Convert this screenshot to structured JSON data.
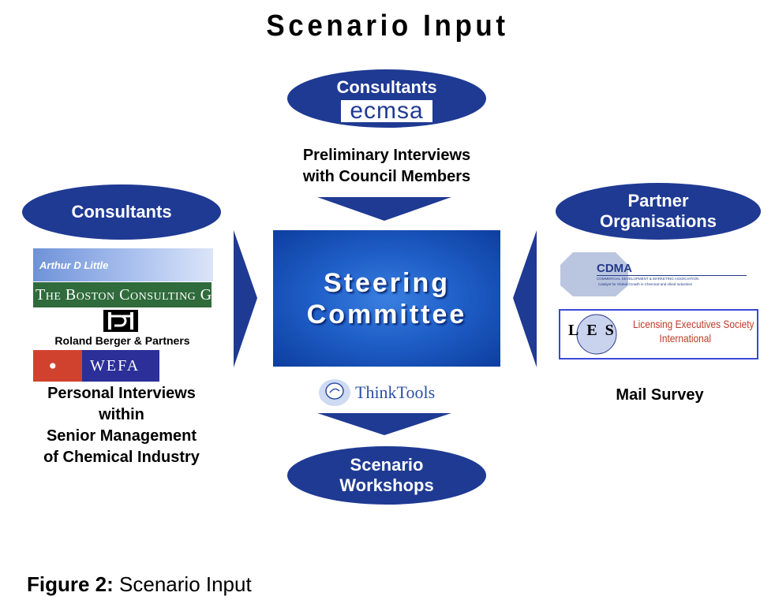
{
  "title": "Scenario Input",
  "top_ellipse": {
    "label": "Consultants"
  },
  "ecmsa_logo": "ecmsa",
  "top_text": {
    "line1": "Preliminary Interviews",
    "line2": "with Council Members"
  },
  "left_ellipse": {
    "label": "Consultants"
  },
  "left_logos": {
    "adl": "Arthur D Little",
    "bcg": "The Boston Consulting Group",
    "roland": "Roland Berger & Partners",
    "wefa": "WEFA"
  },
  "left_text": {
    "line1": "Personal Interviews",
    "line2": "within",
    "line3": "Senior Management",
    "line4": "of Chemical Industry"
  },
  "center": {
    "line1": "Steering",
    "line2": "Committee"
  },
  "right_ellipse": {
    "line1": "Partner",
    "line2": "Organisations"
  },
  "right_logos": {
    "cdma": "CDMA",
    "cdma_sub": "COMMERCIAL DEVELOPMENT & MARKETING ASSOCIATION",
    "cdma_sub2": "Catalyst for Global Growth in Chemical and Allied Industries",
    "les_letters": "LES",
    "les_line1": "Licensing Executives Society",
    "les_line2": "International"
  },
  "right_text": "Mail Survey",
  "thinktools": "ThinkTools",
  "bottom_ellipse": {
    "line1": "Scenario",
    "line2": "Workshops"
  },
  "caption": {
    "bold": "Figure 2:",
    "rest": "Scenario Input"
  },
  "colors": {
    "ellipse": "#1f3a93",
    "arrow": "#1f3a93",
    "steering": "#1f5fc8"
  }
}
